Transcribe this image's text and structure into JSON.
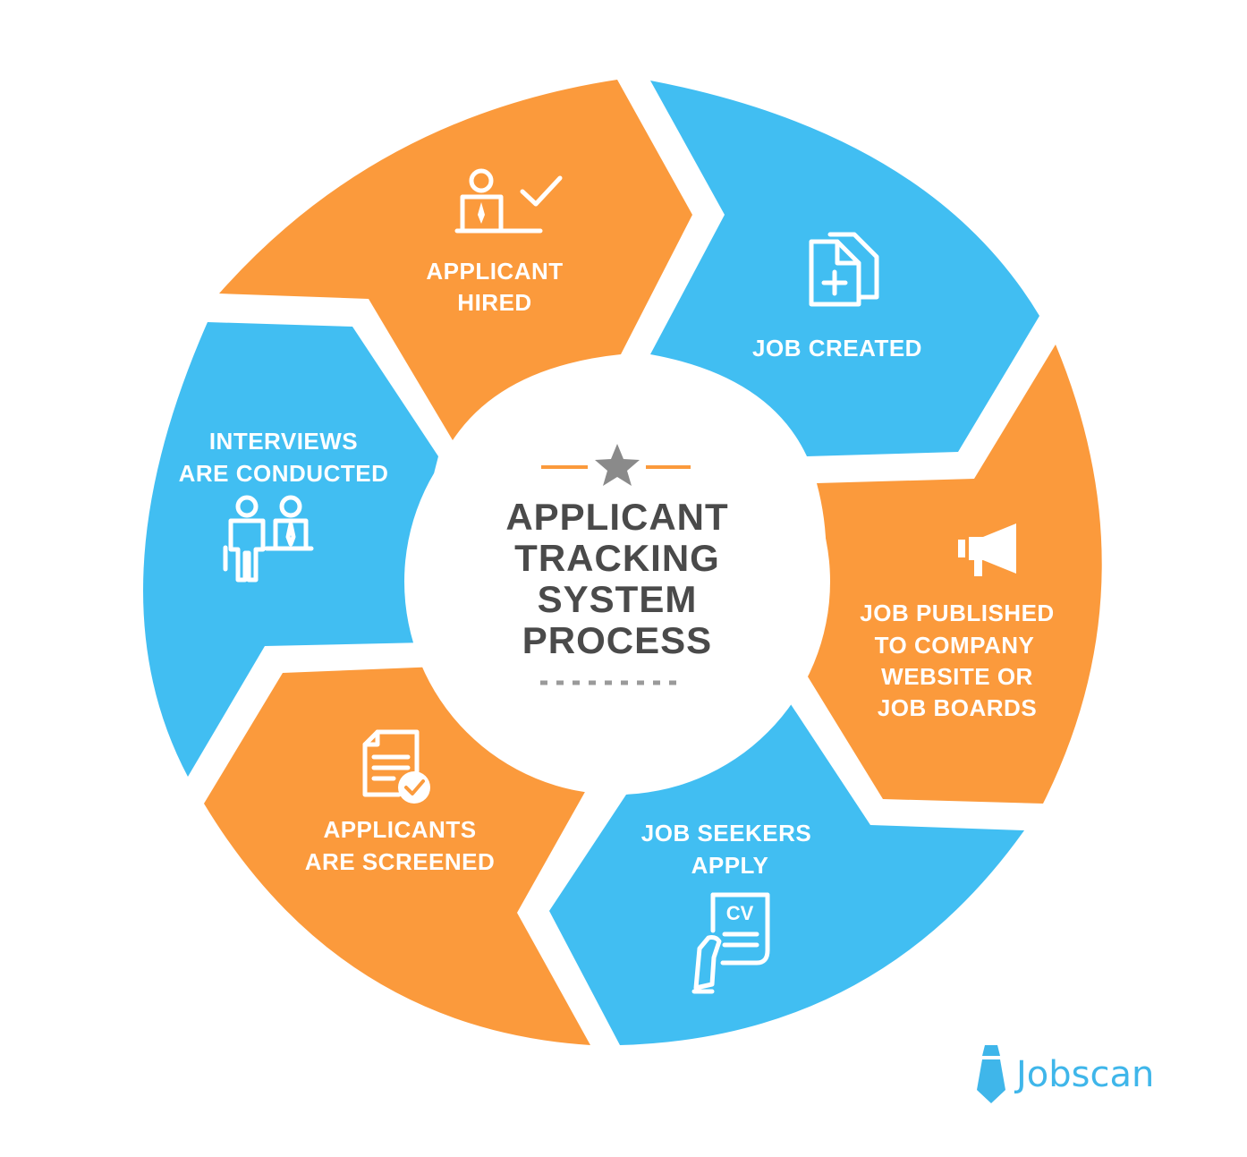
{
  "colors": {
    "orange": "#fb9a3c",
    "blue": "#41bef2",
    "center_text": "#4a4a4a",
    "accent_line": "#fb9a3c",
    "star": "#8a8a8a",
    "dots": "#9a9a9a",
    "logo": "#3fb6ea"
  },
  "center": {
    "title_lines": [
      "APPLICANT",
      "TRACKING",
      "SYSTEM",
      "PROCESS"
    ]
  },
  "steps": [
    {
      "lines": [
        "JOB CREATED"
      ],
      "icon": "documents-plus-icon",
      "color": "blue"
    },
    {
      "lines": [
        "JOB PUBLISHED",
        "TO COMPANY",
        "WEBSITE OR",
        "JOB BOARDS"
      ],
      "icon": "megaphone-icon",
      "color": "orange"
    },
    {
      "lines": [
        "JOB SEEKERS",
        "APPLY"
      ],
      "icon": "cv-hand-icon",
      "color": "blue"
    },
    {
      "lines": [
        "APPLICANTS",
        "ARE SCREENED"
      ],
      "icon": "document-check-icon",
      "color": "orange"
    },
    {
      "lines": [
        "INTERVIEWS",
        "ARE CONDUCTED"
      ],
      "icon": "interview-people-icon",
      "color": "blue"
    },
    {
      "lines": [
        "APPLICANT",
        "HIRED"
      ],
      "icon": "hired-person-check-icon",
      "color": "orange"
    }
  ],
  "logo": {
    "text": "Jobscan",
    "icon": "tie-icon"
  }
}
